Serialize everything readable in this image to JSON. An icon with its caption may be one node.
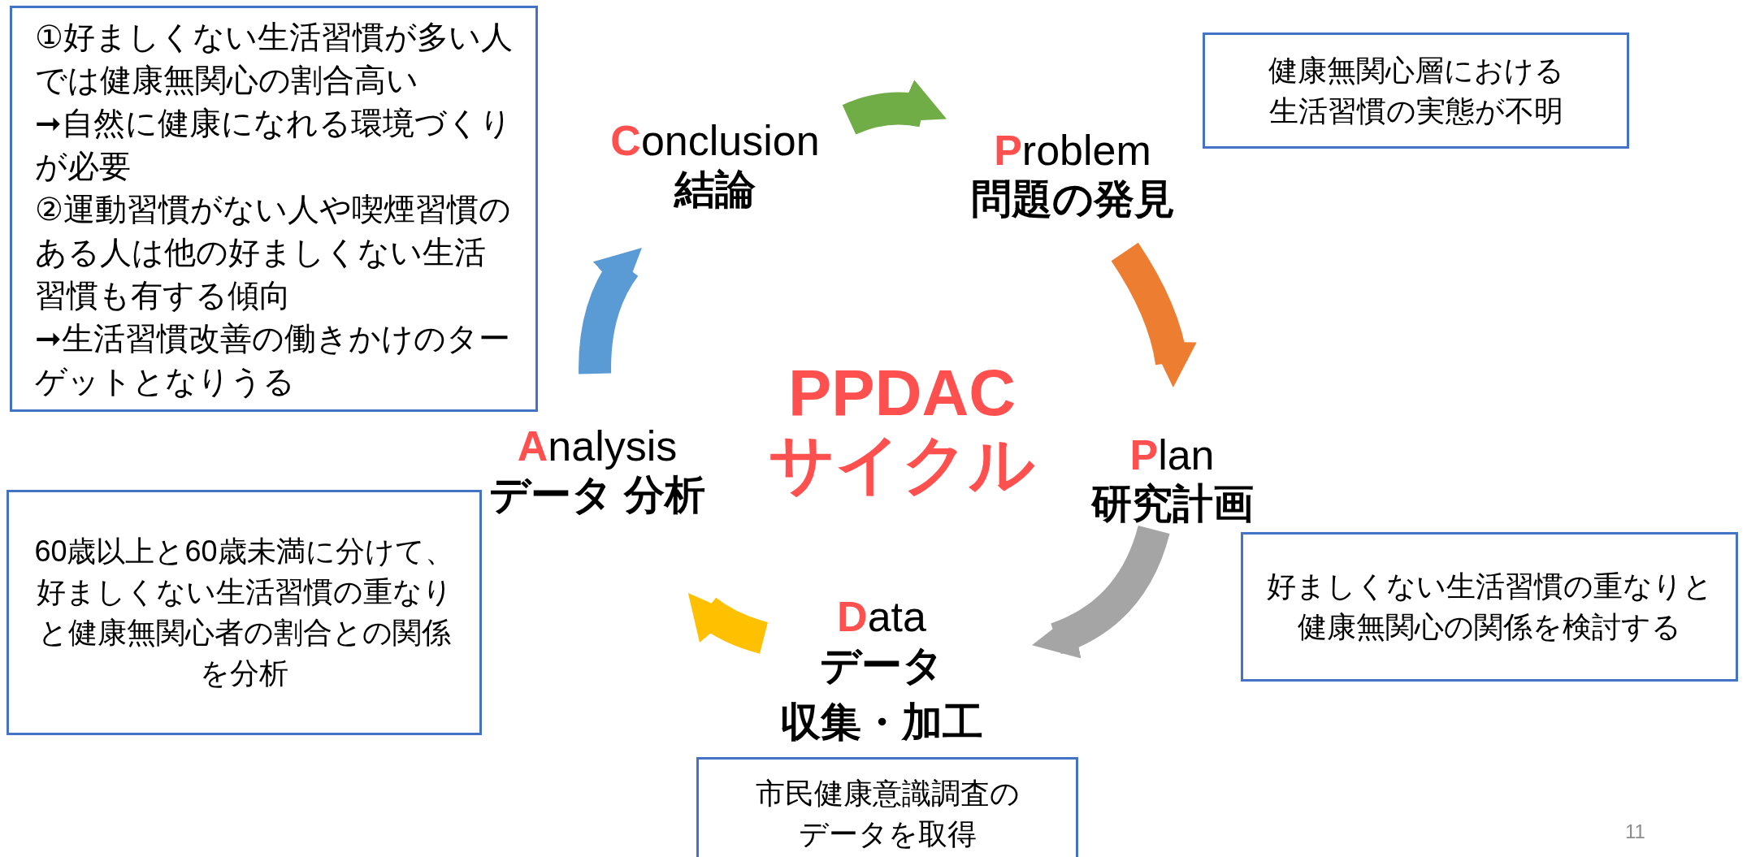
{
  "diagram": {
    "title": "PPDAC サイクル",
    "nodes": [
      {
        "text": [
          "Conclusion",
          "結論"
        ]
      },
      {
        "text": [
          "Problem",
          "問題の発見"
        ]
      },
      {
        "text": [
          "Plan",
          "研究計画"
        ]
      },
      {
        "text": [
          "Data",
          "データ",
          "収集・加工"
        ]
      },
      {
        "text": [
          "Analysis",
          "データ 分析"
        ]
      },
      {
        "text": [
          "①好ましくない生活習慣が多い人では健康無関心の割合高い",
          "➞自然に健康になれる環境づくりが必要",
          "②運動習慣がない人や喫煙習慣のある人は他の好ましくない生活習慣も有する傾向",
          "➞生活習慣改善の働きかけのターゲットとなりうる"
        ]
      },
      {
        "text": [
          "健康無関心層における生活習慣の実態が不明"
        ]
      },
      {
        "text": [
          "好ましくない生活習慣の重なりと健康無関心の関係を検討する"
        ]
      },
      {
        "text": [
          "市民健康意識調査のデータを取得"
        ]
      },
      {
        "text": [
          "60歳以上と60歳未満に分けて、好ましくない生活習慣の重なりと健康無関心者の割合との関係を分析"
        ]
      }
    ],
    "edges": [
      {
        "from": 0,
        "to": 1,
        "arrow": "to",
        "color": "#70ad47"
      },
      {
        "from": 1,
        "to": 2,
        "arrow": "to",
        "color": "#ed7d31"
      },
      {
        "from": 2,
        "to": 3,
        "arrow": "to",
        "color": "#a5a5a5"
      },
      {
        "from": 3,
        "to": 4,
        "arrow": "to",
        "color": "#ffc000"
      },
      {
        "from": 4,
        "to": 0,
        "arrow": "to",
        "color": "#5b9bd5"
      }
    ],
    "labels": [
      "11"
    ]
  }
}
